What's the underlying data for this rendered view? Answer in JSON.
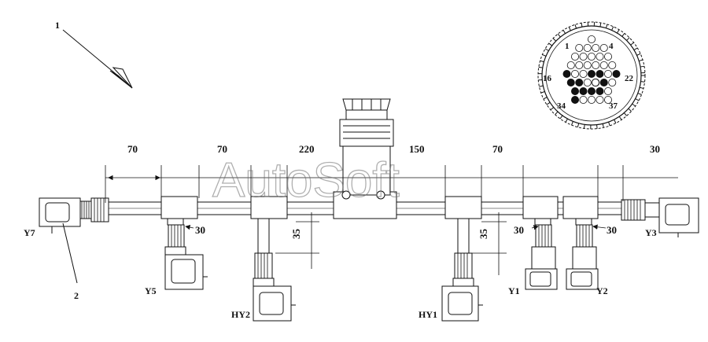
{
  "callouts": {
    "assembly": "1",
    "wire": "2"
  },
  "watermark": "AutoSoft",
  "valves": {
    "y7": "Y7",
    "y5": "Y5",
    "hy2": "HY2",
    "hy1": "HY1",
    "y1": "Y1",
    "y2": "Y2",
    "y3": "Y3"
  },
  "dimensions": {
    "d70_a": "70",
    "d70_b": "70",
    "d220": "220",
    "d150": "150",
    "d70_c": "70",
    "d30_top": "30",
    "d35_left": "35",
    "d35_right": "35",
    "d30_y5": "30",
    "d30_y1": "30",
    "d30_y2": "30"
  },
  "connector_pins": {
    "p1": "1",
    "p4": "4",
    "p16": "16",
    "p22": "22",
    "p34": "34",
    "p37": "37"
  },
  "colors": {
    "ink": "#111111",
    "watermark": "#6e6e6e"
  }
}
